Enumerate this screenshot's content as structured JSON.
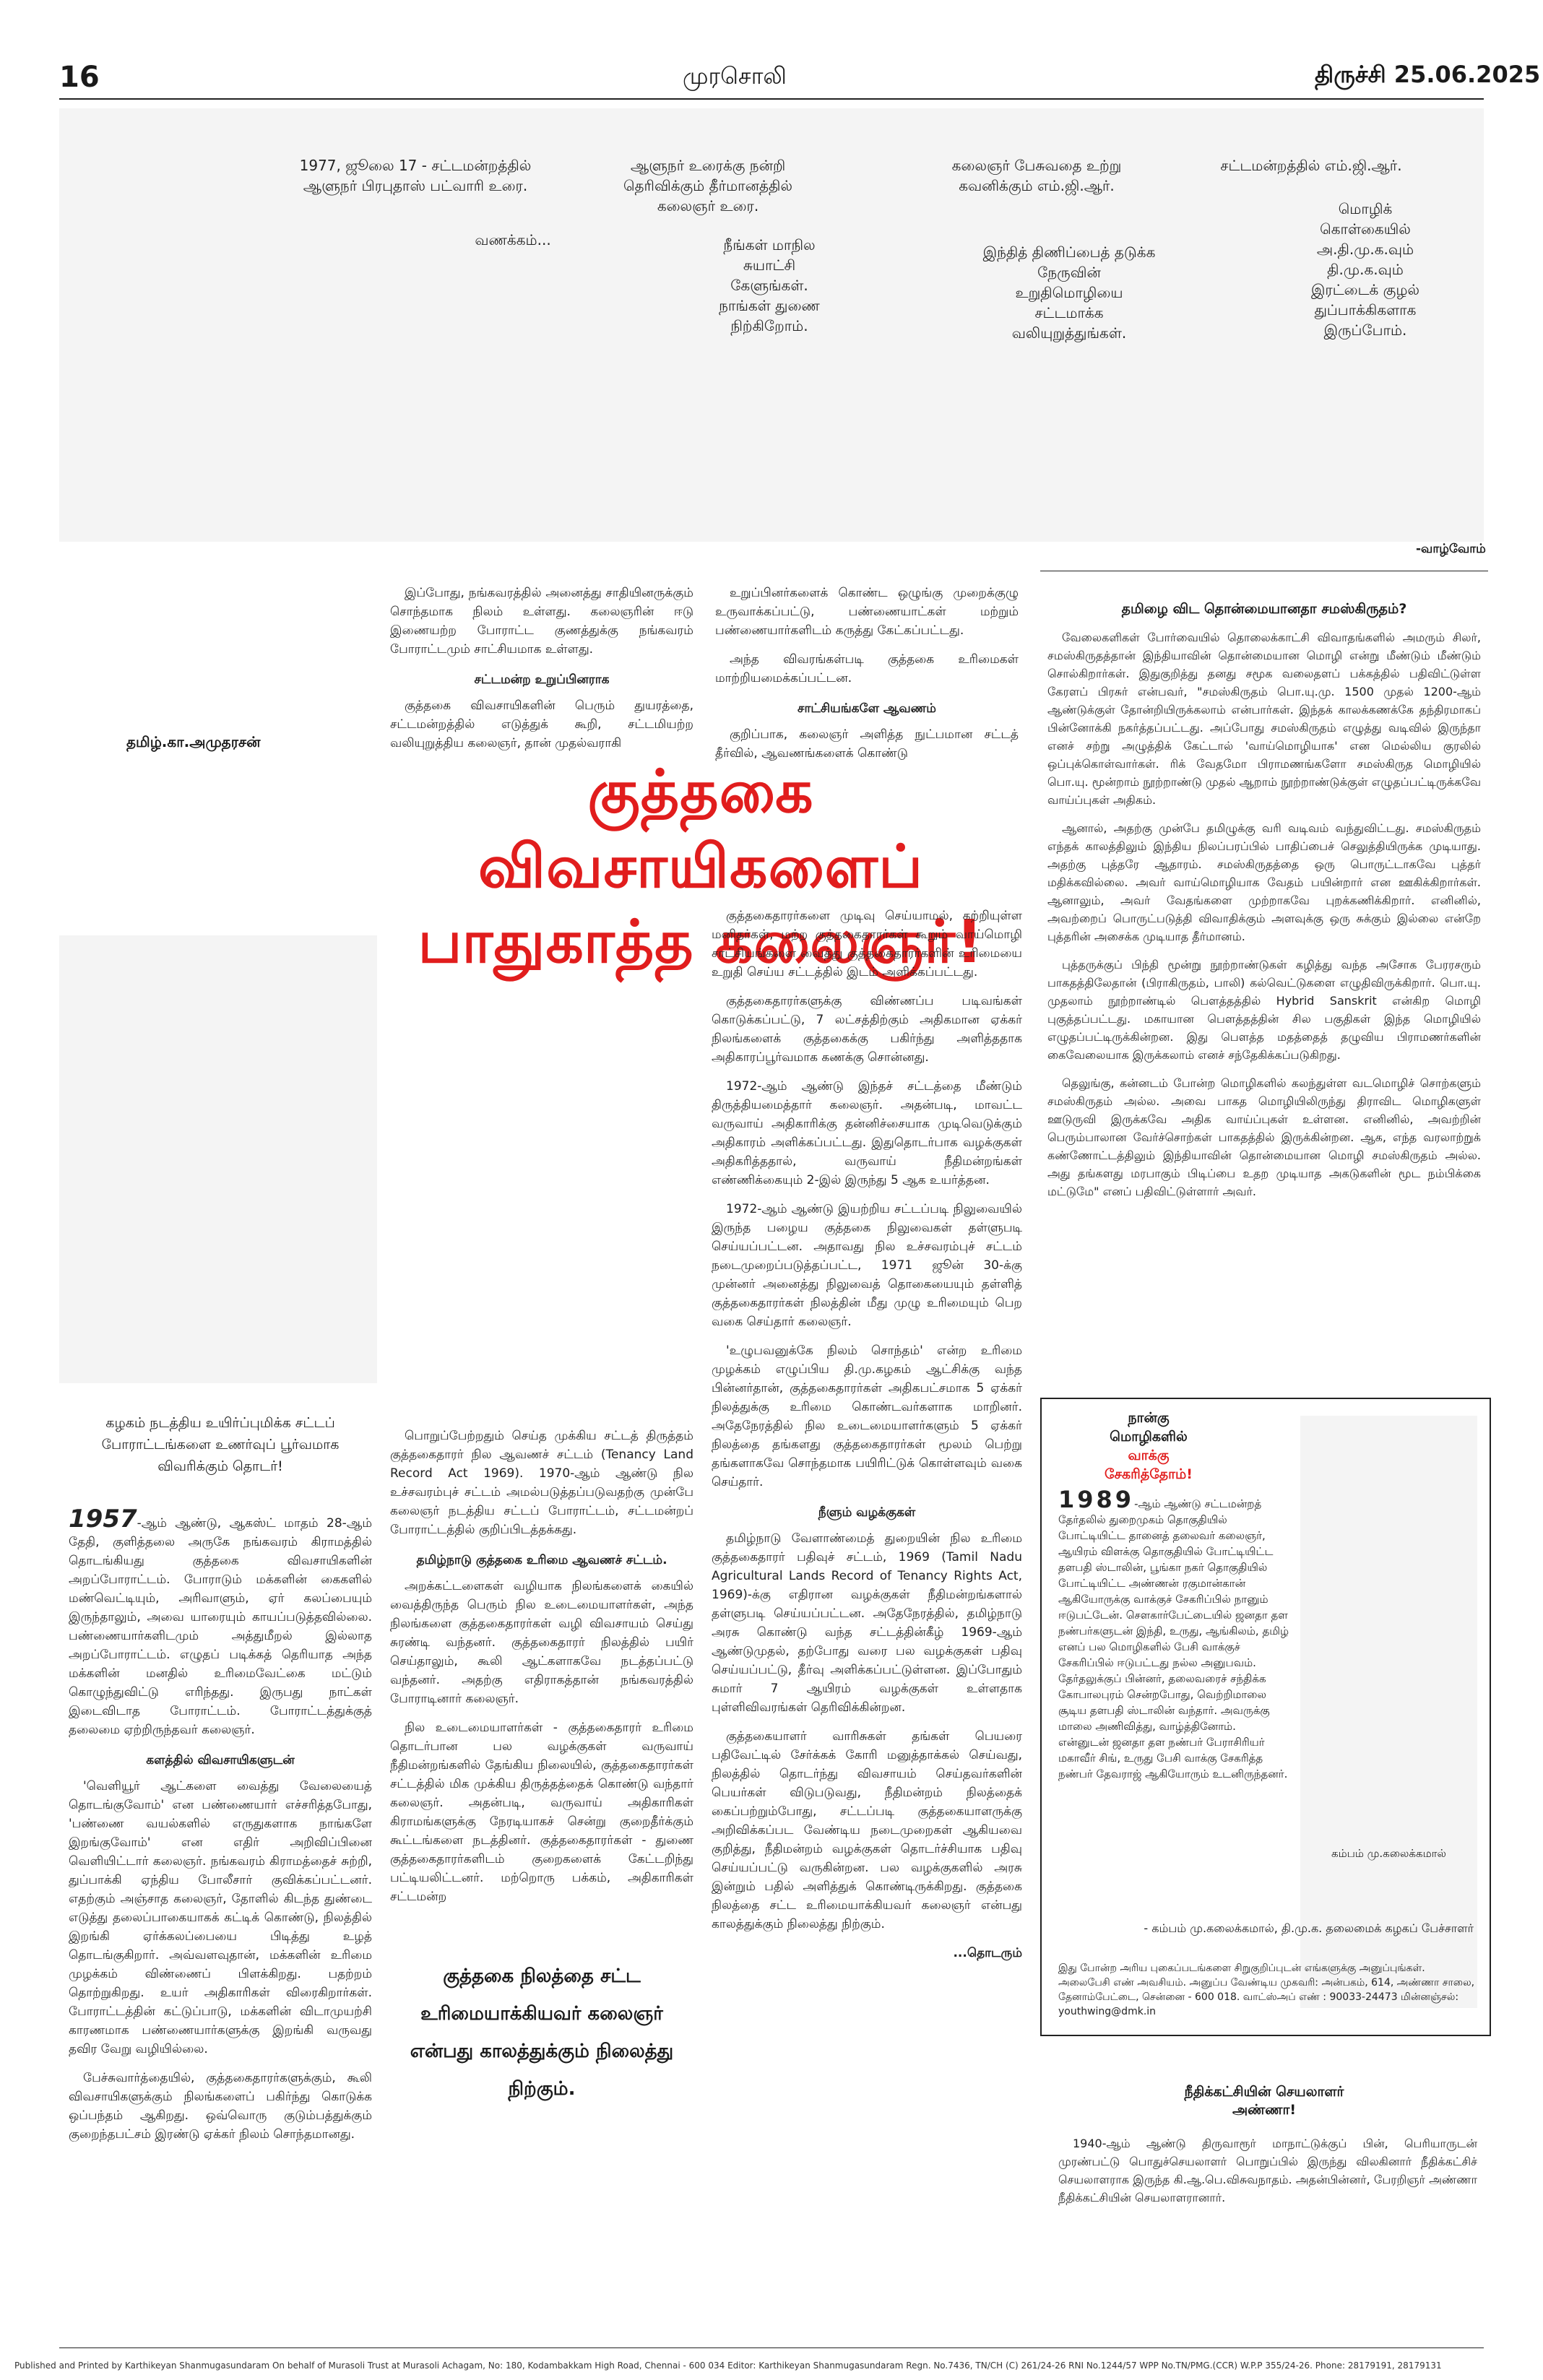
{
  "header": {
    "page_number": "16",
    "newspaper": "முரசொலி",
    "date": "திருச்சி 25.06.2025"
  },
  "photos": {
    "captions": [
      "1977, ஜூலை 17 - சட்டமன்றத்தில் ஆளுநர் பிரபுதாஸ் பட்வாரி உரை.",
      "ஆளுநர் உரைக்கு நன்றி தெரிவிக்கும் தீர்மானத்தில் கலைஞர் உரை.",
      "கலைஞர் பேசுவதை உற்று கவனிக்கும் எம்.ஜி.ஆர்.",
      "சட்டமன்றத்தில் எம்.ஜி.ஆர்."
    ],
    "bubbles": [
      "வணக்கம்...",
      "நீங்கள் மாநில சுயாட்சி கேளுங்கள். நாங்கள் துணை நிற்கிறோம்.",
      "இந்தித் திணிப்பைத் தடுக்க நேருவின் உறுதிமொழியை சட்டமாக்க வலியுறுத்துங்கள்.",
      "மொழிக் கொள்கையில் அ.தி.மு.க.வும் தி.மு.க.வும் இரட்டைக் குழல் துப்பாக்கிகளாக இருப்போம்."
    ],
    "end_note": "-வாழ்வோம்"
  },
  "article": {
    "byline": "தமிழ்.கா.அமுதரசன்",
    "headline_line1": "குத்தகை விவசாயிகளைப்",
    "headline_line2": "பாதுகாத்த கலைஞர்!",
    "intro": "கழகம் நடத்திய உயிர்ப்புமிக்க சட்டப் போராட்டங்களை உணர்வுப் பூர்வமாக விவரிக்கும் தொடர்!",
    "top_col1": "இப்போது, நங்கவரத்தில் அனைத்து சாதியினருக்கும் சொந்தமாக நிலம் உள்ளது. கலைஞரின் ஈடு இணையற்ற போராட்ட குணத்துக்கு நங்கவரம் போராட்டமும் சாட்சியமாக உள்ளது.",
    "top_col1_sub": "சட்டமன்ற உறுப்பினராக",
    "top_col1b": "குத்தகை விவசாயிகளின் பெரும் துயரத்தை, சட்டமன்றத்தில் எடுத்துக் கூறி, சட்டமியற்ற வலியுறுத்திய கலைஞர், தான் முதல்வராகி",
    "top_col2": "உறுப்பினர்களைக் கொண்ட ஒழுங்கு முறைக்குழு உருவாக்கப்பட்டு, பண்ணையாட்கள் மற்றும் பண்ணையார்களிடம் கருத்து கேட்கப்பட்டது.",
    "top_col2b": "அந்த விவரங்கள்படி குத்தகை உரிமைகள் மாற்றியமைக்கப்பட்டன.",
    "top_col2_sub": "சாட்சியங்களே ஆவணம்",
    "top_col2c": "குறிப்பாக, கலைஞர் அளித்த நுட்பமான சட்டத் தீர்வில், ஆவணங்களைக் கொண்டு",
    "col1_lead_year": "1957",
    "col1_p1": "-ஆம் ஆண்டு, ஆகஸ்ட் மாதம் 28-ஆம் தேதி, குளித்தலை அருகே நங்கவரம் கிராமத்தில் தொடங்கியது குத்தகை விவசாயிகளின் அறப்போராட்டம். போராடும் மக்களின் கைகளில் மண்வெட்டியும், அரிவாளும், ஏர் கலப்பையும் இருந்தாலும், அவை யாரையும் காயப்படுத்தவில்லை. பண்ணையார்களிடமும் அத்துமீறல் இல்லாத அறப்போராட்டம். எழுதப் படிக்கத் தெரியாத அந்த மக்களின் மனதில் உரிமைவேட்கை மட்டும் கொழுந்துவிட்டு எரிந்தது. இருபது நாட்கள் இடைவிடாத போராட்டம். போராட்டத்துக்குத் தலைமை ஏற்றிருந்தவர் கலைஞர்.",
    "col1_sub": "களத்தில் விவசாயிகளுடன்",
    "col1_p2": "'வெளியூர் ஆட்களை வைத்து வேலையைத் தொடங்குவோம்' என பண்ணையார் எச்சரித்தபோது, 'பண்ணை வயல்களில் எருதுகளாக நாங்களே இறங்குவோம்' என எதிர் அறிவிப்பினை வெளியிட்டார் கலைஞர். நங்கவரம் கிராமத்தைச் சுற்றி, துப்பாக்கி ஏந்திய போலீசார் குவிக்கப்பட்டனர். எதற்கும் அஞ்சாத கலைஞர், தோளில் கிடந்த துண்டை எடுத்து தலைப்பாகையாகக் கட்டிக் கொண்டு, நிலத்தில் இறங்கி ஏர்க்கலப்பையை பிடித்து உழத் தொடங்குகிறார். அவ்வளவுதான், மக்களின் உரிமை முழக்கம் விண்ணைப் பிளக்கிறது. பதற்றம் தொற்றுகிறது. உயர் அதிகாரிகள் விரைகிறார்கள். போராட்டத்தின் கட்டுப்பாடு, மக்களின் விடாமுயற்சி காரணமாக பண்ணையார்களுக்கு இறங்கி வருவது தவிர வேறு வழியில்லை.",
    "col1_p3": "பேச்சுவார்த்தையில், குத்தகைதாரர்களுக்கும், கூலி விவசாயிகளுக்கும் நிலங்களைப் பகிர்ந்து கொடுக்க ஒப்பந்தம் ஆகிறது. ஒவ்வொரு குடும்பத்துக்கும் குறைந்தபட்சம் இரண்டு ஏக்கர் நிலம் சொந்தமானது.",
    "col2_p1": "பொறுப்பேற்றதும் செய்த முக்கிய சட்டத் திருத்தம் குத்தகைதாரர் நில ஆவணச் சட்டம் (Tenancy Land Record Act 1969). 1970-ஆம் ஆண்டு நில உச்சவரம்புச் சட்டம் அமல்படுத்தப்படுவதற்கு முன்பே கலைஞர் நடத்திய சட்டப் போராட்டம், சட்டமன்றப் போராட்டத்தில் குறிப்பிடத்தக்கது.",
    "col2_sub": "தமிழ்நாடு குத்தகை உரிமை ஆவணச் சட்டம்.",
    "col2_p2": "அறக்கட்டளைகள் வழியாக நிலங்களைக் கையில் வைத்திருந்த பெரும் நில உடைமையாளர்கள், அந்த நிலங்களை குத்தகைதாரர்கள் வழி விவசாயம் செய்து சுரண்டி வந்தனர். குத்தகைதாரர் நிலத்தில் பயிர் செய்தாலும், கூலி ஆட்களாகவே நடத்தப்பட்டு வந்தனர். அதற்கு எதிராகத்தான் நங்கவரத்தில் போராடினார் கலைஞர்.",
    "col2_p3": "நில உடைமையாளர்கள் - குத்தகைதாரர் உரிமை தொடர்பான பல வழக்குகள் வருவாய் நீதிமன்றங்களில் தேங்கிய நிலையில், குத்தகைதாரர்கள் சட்டத்தில் மிக முக்கிய திருத்தத்தைக் கொண்டு வந்தார் கலைஞர். அதன்படி, வருவாய் அதிகாரிகள் கிராமங்களுக்கு நேரடியாகச் சென்று குறைதீர்க்கும் கூட்டங்களை நடத்தினர். குத்தகைதாரர்கள் - துணை குத்தகைதாரர்களிடம் குறைகளைக் கேட்டறிந்து பட்டியலிட்டனர். மற்றொரு பக்கம், அதிகாரிகள் சட்டமன்ற",
    "quote": "குத்தகை நிலத்தை சட்ட உரிமையாக்கியவர் கலைஞர் என்பது காலத்துக்கும் நிலைத்து நிற்கும்.",
    "col3_p1": "குத்தகைதாரர்களை முடிவு செய்யாமல், கற்றியுள்ள மனிதர்கள், மற்ற குத்தகைதாரர்கள் கூறும் வாய்மொழி சாட்சியங்களை வைத்து குத்தகைதாரர்களின் உரிமையை உறுதி செய்ய சட்டத்தில் இடம் அளிக்கப்பட்டது.",
    "col3_p2": "குத்தகைதாரர்களுக்கு விண்ணப்ப படிவங்கள் கொடுக்கப்பட்டு, 7 லட்சத்திற்கும் அதிகமான ஏக்கர் நிலங்களைக் குத்தகைக்கு பகிர்ந்து அளித்ததாக அதிகாரப்பூர்வமாக கணக்கு சொன்னது.",
    "col3_p3": "1972-ஆம் ஆண்டு இந்தச் சட்டத்தை மீண்டும் திருத்தியமைத்தார் கலைஞர். அதன்படி, மாவட்ட வருவாய் அதிகாரிக்கு தன்னிச்சையாக முடிவெடுக்கும் அதிகாரம் அளிக்கப்பட்டது. இதுதொடர்பாக வழக்குகள் அதிகரித்ததால், வருவாய் நீதிமன்றங்கள் எண்ணிக்கையும் 2-இல் இருந்து 5 ஆக உயர்த்தன.",
    "col3_p4": "1972-ஆம் ஆண்டு இயற்றிய சட்டப்படி நிலுவையில் இருந்த பழைய குத்தகை நிலுவைகள் தள்ளுபடி செய்யப்பட்டன. அதாவது நில உச்சவரம்புச் சட்டம் நடைமுறைப்படுத்தப்பட்ட, 1971 ஜூன் 30-க்கு முன்னர் அனைத்து நிலுவைத் தொகையையும் தள்ளித் குத்தகைதாரர்கள் நிலத்தின் மீது முழு உரிமையும் பெற வகை செய்தார் கலைஞர்.",
    "col3_p5": "'உழுபவனுக்கே நிலம் சொந்தம்' என்ற உரிமை முழக்கம் எழுப்பிய தி.மு.கழகம் ஆட்சிக்கு வந்த பின்னர்தான், குத்தகைதாரர்கள் அதிகபட்சமாக 5 ஏக்கர் நிலத்துக்கு உரிமை கொண்டவர்களாக மாறினர். அதேநேரத்தில் நில உடைமையாளர்களும் 5 ஏக்கர் நிலத்தை தங்களது குத்தகைதாரர்கள் மூலம் பெற்று தங்களாகவே சொந்தமாக பயிரிட்டுக் கொள்ளவும் வகை செய்தார்.",
    "col3_sub": "நீளும் வழக்குகள்",
    "col3_p6": "தமிழ்நாடு வேளாண்மைத் துறையின் நில உரிமை குத்தகைதாரர் பதிவுச் சட்டம், 1969 (Tamil Nadu Agricultural Lands Record of Tenancy Rights Act, 1969)-க்கு எதிரான வழக்குகள் நீதிமன்றங்களால் தள்ளுபடி செய்யப்பட்டன. அதேநேரத்தில், தமிழ்நாடு அரசு கொண்டு வந்த சட்டத்தின்கீழ் 1969-ஆம் ஆண்டுமுதல், தற்போது வரை பல வழக்குகள் பதிவு செய்யப்பட்டு, தீர்வு அளிக்கப்பட்டுள்ளன. இப்போதும் சுமார் 7 ஆயிரம் வழக்குகள் உள்ளதாக புள்ளிவிவரங்கள் தெரிவிக்கின்றன.",
    "col3_p7": "குத்தகையாளர் வாரிசுகள் தங்கள் பெயரை பதிவேட்டில் சேர்க்கக் கோரி மனுத்தாக்கல் செய்வது, நிலத்தில் தொடர்ந்து விவசாயம் செய்தவர்களின் பெயர்கள் விடுபடுவது, நீதிமன்றம் நிலத்தைக் கைப்பற்றும்போது, சட்டப்படி குத்தகையாளருக்கு அறிவிக்கப்பட வேண்டிய நடைமுறைகள் ஆகியவை குறித்து, நீதிமன்றம் வழக்குகள் தொடர்ச்சியாக பதிவு செய்யப்பட்டு வருகின்றன. பல வழக்குகளில் அரசு இன்றும் பதில் அளித்துக் கொண்டிருக்கிறது. குத்தகை நிலத்தை சட்ட உரிமையாக்கியவர் கலைஞர் என்பது காலத்துக்கும் நிலைத்து நிற்கும்.",
    "continues": "...தொடரும்"
  },
  "sidebar": {
    "title": "தமிழை விட தொன்மையானதா சமஸ்கிருதம்?",
    "p1": "வேலைகளிகள் போர்வையில் தொலைக்காட்சி விவாதங்களில் அமரும் சிலர், சமஸ்கிருதத்தான் இந்தியாவின் தொன்மையான மொழி என்று மீண்டும் மீண்டும் சொல்கிறார்கள். இதுகுறித்து தனது சமூக வலைதளப் பக்கத்தில் பதிவிட்டுள்ள கேரளப் பிரசுர் என்பவர், \"சமஸ்கிருதம் பொ.யு.மு. 1500 முதல் 1200-ஆம் ஆண்டுக்குள் தோன்றியிருக்கலாம் என்பார்கள். இந்தக் காலக்கணக்கே தந்திரமாகப் பின்னோக்கி நகர்த்தப்பட்டது. அப்போது சமஸ்கிருதம் எழுத்து வடிவில் இருந்தா எனச் சற்று அழுத்திக் கேட்டால் 'வாய்மொழியாக' என மெல்லிய குரலில் ஒப்புக்கொள்வார்கள். ரிக் வேதமோ பிராமணங்களோ சமஸ்கிருத மொழியில் பொ.யு. மூன்றாம் நூற்றாண்டு முதல் ஆறாம் நூற்றாண்டுக்குள் எழுதப்பட்டிருக்கவே வாய்ப்புகள் அதிகம்.",
    "p2": "ஆனால், அதற்கு முன்பே தமிழுக்கு வரி வடிவம் வந்துவிட்டது. சமஸ்கிருதம் எந்தக் காலத்திலும் இந்திய நிலப்பரப்பில் பாதிப்பைச் செலுத்தியிருக்க முடியாது. அதற்கு புத்தரே ஆதாரம். சமஸ்கிருதத்தை ஒரு பொருட்டாகவே புத்தர் மதிக்கவில்லை. அவர் வாய்மொழியாக வேதம் பயின்றார் என ஊகிக்கிறார்கள். ஆனாலும், அவர் வேதங்களை முற்றாகவே புறக்கணிக்கிறார். எனினில், அவற்றைப் பொருட்படுத்தி விவாதிக்கும் அளவுக்கு ஒரு சுக்கும் இல்லை என்றே புத்தரின் அசைக்க முடியாத தீர்மானம்.",
    "p3": "புத்தருக்குப் பிந்தி மூன்று நூற்றாண்டுகள் கழித்து வந்த அசோக பேரரசரும் பாகதத்திலேதான் (பிராகிருதம், பாலி) கல்வெட்டுகளை எழுதிவிருக்கிறார். பொ.யு. முதலாம் நூற்றாண்டில் பௌத்தத்தில் Hybrid Sanskrit என்கிற மொழி புகுத்தப்பட்டது. மகாயான பௌத்தத்தின் சில பகுதிகள் இந்த மொழியில் எழுதப்பட்டிருக்கின்றன. இது பௌத்த மதத்தைத் தழுவிய பிராமணர்களின் கைவேலையாக இருக்கலாம் எனச் சந்தேகிக்கப்படுகிறது.",
    "p4": "தெலுங்கு, கன்னடம் போன்ற மொழிகளில் கலந்துள்ள வடமொழிச் சொற்களும் சமஸ்கிருதம் அல்ல. அவை பாகத மொழியிலிருந்து திராவிட மொழிகளுள் ஊடுருவி இருக்கவே அதிக வாய்ப்புகள் உள்ளன. எனினில், அவற்றின் பெரும்பாலான வேர்ச்சொற்கள் பாகதத்தில் இருக்கின்றன. ஆக, எந்த வரலாற்றுக் கண்ணோட்டத்திலும் இந்தியாவின் தொன்மையான மொழி சமஸ்கிருதம் அல்ல. அது தங்களது மரபாகும் பிடிப்பை உதற முடியாத அகடுகளின் மூட நம்பிக்கை மட்டுமே\" எனப் பதிவிட்டுள்ளார் அவர்."
  },
  "box": {
    "title1": "நான்கு",
    "title2": "மொழிகளில்",
    "title3": "வாக்கு",
    "title4": "சேகரித்தோம்!",
    "year": "1989",
    "text": "-ஆம் ஆண்டு சட்டமன்றத் தேர்தலில் துறைமுகம் தொகுதியில் போட்டியிட்ட தானைத் தலைவர் கலைஞர், ஆயிரம் விளக்கு தொகுதியில் போட்டியிட்ட தளபதி ஸ்டாலின், பூங்கா நகர் தொகுதியில் போட்டியிட்ட அண்ணன் ரகுமான்கான் ஆகியோருக்கு வாக்குச் சேகரிப்பில் நானும் ஈடுபட்டேன். சௌகார்பேட்டையில் ஜனதா தள நண்பர்களுடன் இந்தி, உருது, ஆங்கிலம், தமிழ் எனப் பல மொழிகளில் பேசி வாக்குச் சேகரிப்பில் ஈடுபட்டது நல்ல அனுபவம். தேர்தலுக்குப் பின்னர், தலைவரைச் சந்திக்க கோபாலபுரம் சென்றபோது, வெற்றிமாலை சூடிய தளபதி ஸ்டாலின் வந்தார். அவருக்கு மாலை அணிவித்து, வாழ்த்தினோம். என்னுடன் ஜனதா தள நண்பர் பேராசிரியர் மகாவீர் சிங், உருது பேசி வாக்கு சேகரித்த நண்பர் தேவராஜ் ஆகியோரும் உடனிருந்தனர்.",
    "photo_caption": "கம்பம் மு.கலைக்கமால்",
    "signature": "- கம்பம் மு.கலைக்கமால், தி.மு.க. தலைமைக் கழகப் பேச்சாளர்",
    "appeal": "இது போன்ற அரிய புகைப்படங்களை சிறுகுறிப்புடன் எங்களுக்கு அனுப்புங்கள். அலைபேசி எண் அவசியம். அனுப்ப வேண்டிய முகவரி: அன்பகம், 614, அண்ணா சாலை, தேனாம்பேட்டை, சென்னை - 600 018. வாட்ஸ்அப் எண் : 90033-24473 மின்னஞ்சல்: youthwing@dmk.in"
  },
  "bottom_box": {
    "title1": "நீதிக்கட்சியின் செயலாளர்",
    "title2": "அண்ணா!",
    "text": "1940-ஆம் ஆண்டு திருவாரூர் மாநாட்டுக்குப் பின், பெரியாருடன் முரண்பட்டு பொதுச்செயலாளர் பொறுப்பில் இருந்து விலகினார் நீதிக்கட்சிச் செயலாளராக இருந்த கி.ஆ.பெ.விசுவநாதம். அதன்பின்னர், பேரறிஞர் அண்ணா நீதிக்கட்சியின் செயலாளரானார்."
  },
  "footer": {
    "imprint": "Published and Printed by Karthikeyan Shanmugasundaram On behalf of Murasoli Trust at Murasoli Achagam, No: 180, Kodambakkam High Road, Chennai - 600 034 Editor: Karthikeyan Shanmugasundaram Regn. No.7436, TN/CH (C) 261/24-26 RNI No.1244/57 WPP No.TN/PMG.(CCR) W.P.P 355/24-26. Phone: 28179191, 28179131"
  }
}
